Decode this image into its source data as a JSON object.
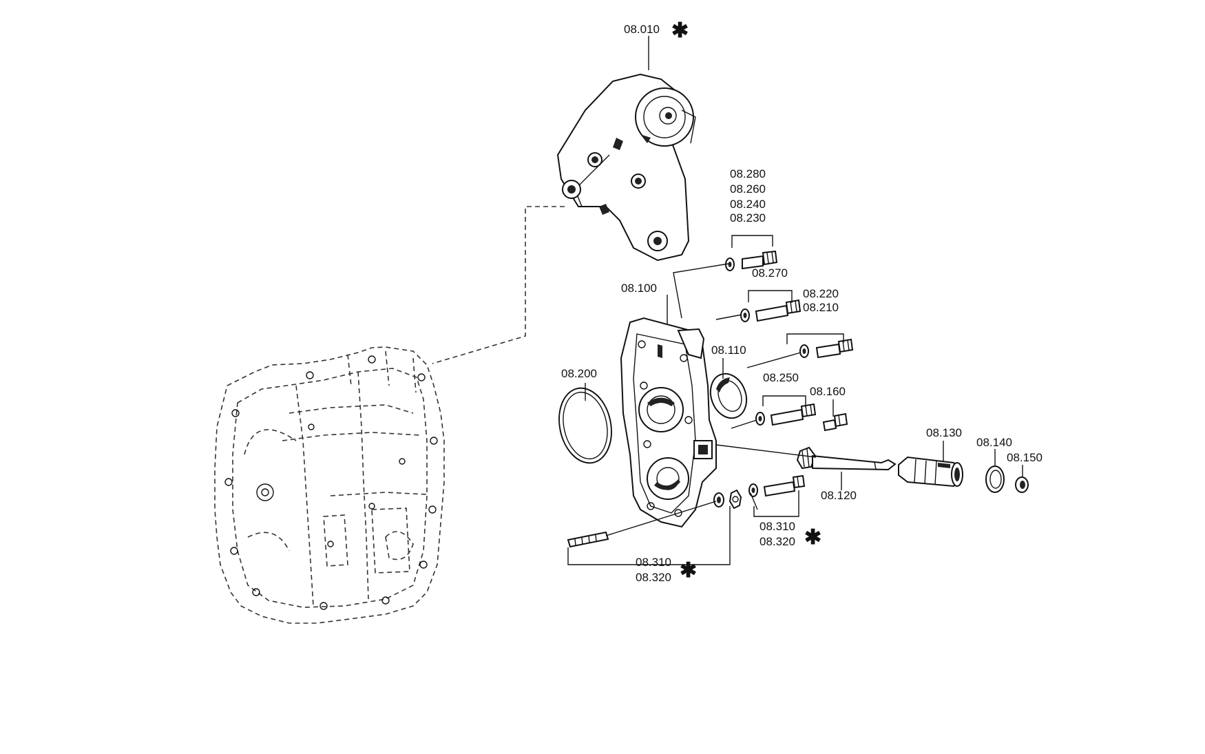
{
  "labels": {
    "l08010": "08.010",
    "l08280": "08.280",
    "l08260": "08.260",
    "l08240": "08.240",
    "l08230": "08.230",
    "l08270": "08.270",
    "l08100": "08.100",
    "l08220": "08.220",
    "l08210": "08.210",
    "l08110": "08.110",
    "l08200": "08.200",
    "l08250": "08.250",
    "l08160": "08.160",
    "l08130": "08.130",
    "l08140": "08.140",
    "l08150": "08.150",
    "l08120": "08.120",
    "l08310a": "08.310",
    "l08320a": "08.320",
    "l08310b": "08.310",
    "l08320b": "08.320"
  },
  "asterisk": "✱"
}
